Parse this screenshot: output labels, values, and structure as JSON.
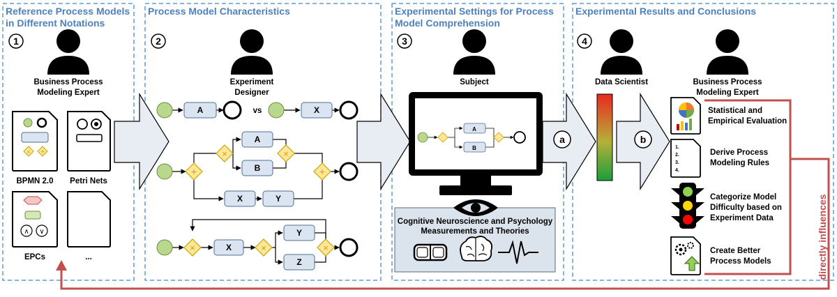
{
  "panels": [
    {
      "title_line1": "Reference Process Models",
      "title_line2": "in Different Notations",
      "number": "1"
    },
    {
      "title_line1": "Process Model Characteristics",
      "title_line2": "",
      "number": "2"
    },
    {
      "title_line1": "Experimental Settings for Process",
      "title_line2": "Model Comprehension",
      "number": "3"
    },
    {
      "title_line1": "Experimental Results and Conclusions",
      "title_line2": "",
      "number": "4"
    }
  ],
  "actors": {
    "expert_1_line1": "Business Process",
    "expert_1_line2": "Modeling Expert",
    "designer_line1": "Experiment",
    "designer_line2": "Designer",
    "subject": "Subject",
    "data_scientist": "Data Scientist",
    "expert_4_line1": "Business Process",
    "expert_4_line2": "Modeling Expert"
  },
  "notations": {
    "bpmn": "BPMN 2.0",
    "petri": "Petri Nets",
    "epc": "EPCs",
    "more": "...",
    "epc_and": "∧",
    "epc_or": "∨"
  },
  "models": {
    "vs": "vs",
    "a": "A",
    "b": "B",
    "x": "X",
    "y": "Y",
    "z": "Z"
  },
  "monitor_model": {
    "a": "A",
    "b": "B"
  },
  "neuro": {
    "line1": "Cognitive Neuroscience and Psychology",
    "line2": "Measurements and Theories"
  },
  "arrows": {
    "a": "a",
    "b": "b"
  },
  "results": [
    {
      "line1": "Statistical and",
      "line2": "Empirical Evaluation",
      "line3": "",
      "icon": "chart-document-icon"
    },
    {
      "line1": "Derive Process",
      "line2": "Modeling Rules",
      "line3": "",
      "icon": "numbered-list-document-icon"
    },
    {
      "line1": "Categorize Model",
      "line2": "Difficulty based on",
      "line3": "Experiment Data",
      "icon": "traffic-light-icon"
    },
    {
      "line1": "Create Better",
      "line2": "Process Models",
      "line3": "",
      "icon": "gear-upgrade-document-icon"
    }
  ],
  "rules_list": [
    "1.",
    "2.",
    "3.",
    "4."
  ],
  "influence_label": "directly influences",
  "colors": {
    "panel_title": "#4f81bd",
    "panel_border": "#5b9bd5",
    "start_event": "#b9d88e",
    "task_fill": "#dbe5f1",
    "gateway_fill": "#ffe699",
    "gateway_stroke": "#c9a400",
    "influence_arrow": "#c0504d",
    "process_arrow_fill": "#e8edf3"
  }
}
